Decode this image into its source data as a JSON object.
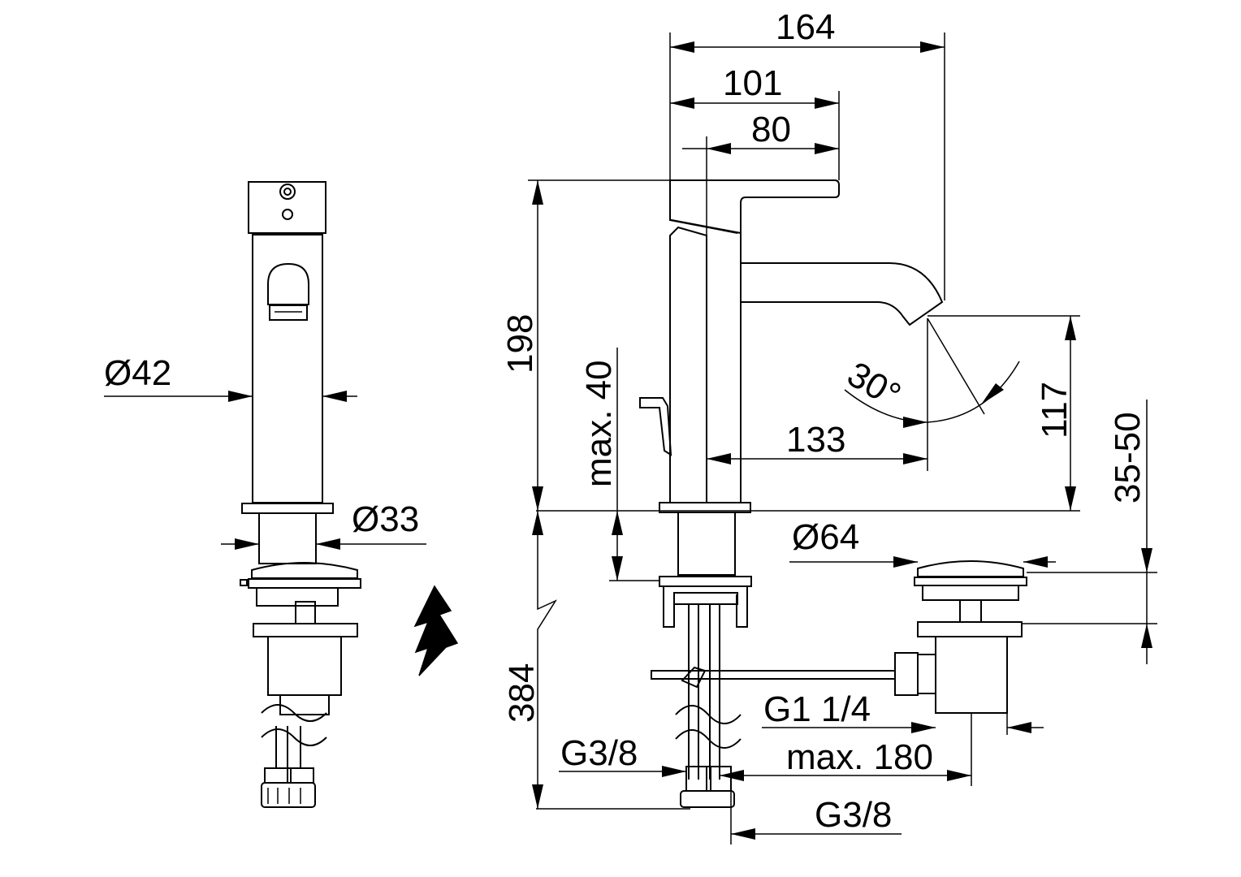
{
  "dimensions": {
    "d164": "164",
    "d101": "101",
    "d80": "80",
    "d198": "198",
    "d_max40": "max. 40",
    "d133": "133",
    "d117": "117",
    "d35_50": "35-50",
    "d_angle": "30°",
    "d_dia42": "Ø42",
    "d_dia33": "Ø33",
    "d_dia64": "Ø64",
    "d384": "384",
    "d_g38_left": "G3/8",
    "d_g38_bottom": "G3/8",
    "d_g1_14": "G1 1/4",
    "d_max180": "max. 180"
  },
  "icons": {
    "electric": "lightning-bolt-icon"
  }
}
